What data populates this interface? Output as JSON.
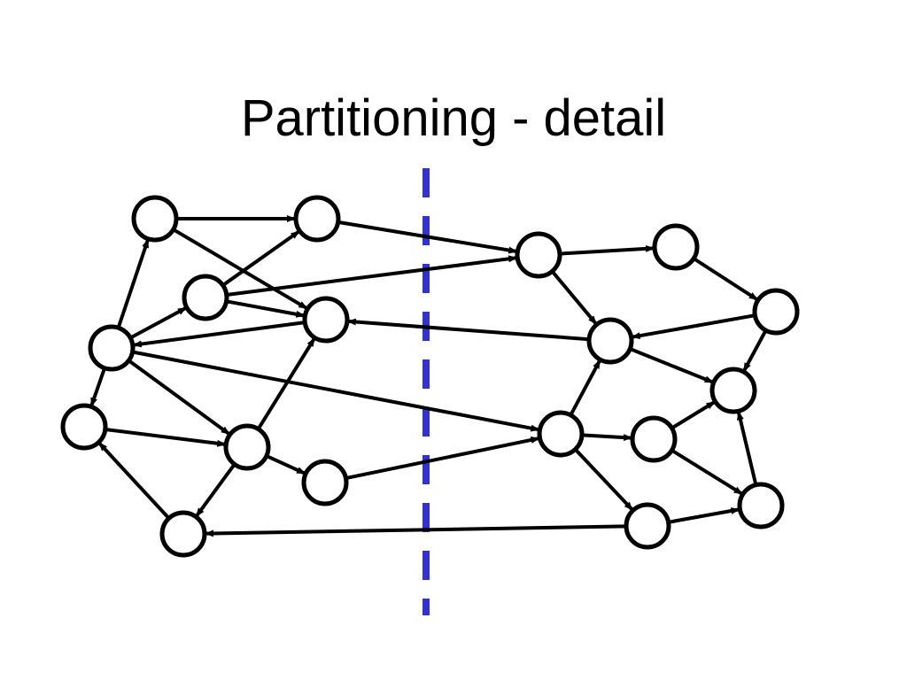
{
  "slide": {
    "title": "Partitioning - detail"
  },
  "diagram": {
    "colors": {
      "node_stroke": "#000000",
      "node_fill": "#ffffff",
      "edge": "#000000",
      "partition_line": "#3333cc"
    },
    "nodes": [
      "n1",
      "n2",
      "n3",
      "n4",
      "n5",
      "n6",
      "n7",
      "n8",
      "n9",
      "n10",
      "n11",
      "n12",
      "n13",
      "n14",
      "n15",
      "n16",
      "n17",
      "n18",
      "n19",
      "n20"
    ],
    "edges": [
      [
        "n1",
        "n2"
      ],
      [
        "n1",
        "n5"
      ],
      [
        "n3",
        "n2"
      ],
      [
        "n3",
        "n10"
      ],
      [
        "n3",
        "n5"
      ],
      [
        "n5",
        "n4"
      ],
      [
        "n4",
        "n1"
      ],
      [
        "n4",
        "n3"
      ],
      [
        "n4",
        "n6"
      ],
      [
        "n4",
        "n8"
      ],
      [
        "n4",
        "n15"
      ],
      [
        "n2",
        "n10"
      ],
      [
        "n6",
        "n8"
      ],
      [
        "n8",
        "n5"
      ],
      [
        "n8",
        "n7"
      ],
      [
        "n8",
        "n9"
      ],
      [
        "n9",
        "n15"
      ],
      [
        "n7",
        "n6"
      ],
      [
        "n10",
        "n11"
      ],
      [
        "n10",
        "n13"
      ],
      [
        "n11",
        "n12"
      ],
      [
        "n12",
        "n13"
      ],
      [
        "n12",
        "n14"
      ],
      [
        "n13",
        "n5"
      ],
      [
        "n13",
        "n14"
      ],
      [
        "n15",
        "n13"
      ],
      [
        "n15",
        "n16"
      ],
      [
        "n15",
        "n18"
      ],
      [
        "n16",
        "n14"
      ],
      [
        "n16",
        "n17"
      ],
      [
        "n17",
        "n14"
      ],
      [
        "n18",
        "n7"
      ],
      [
        "n18",
        "n17"
      ]
    ]
  }
}
